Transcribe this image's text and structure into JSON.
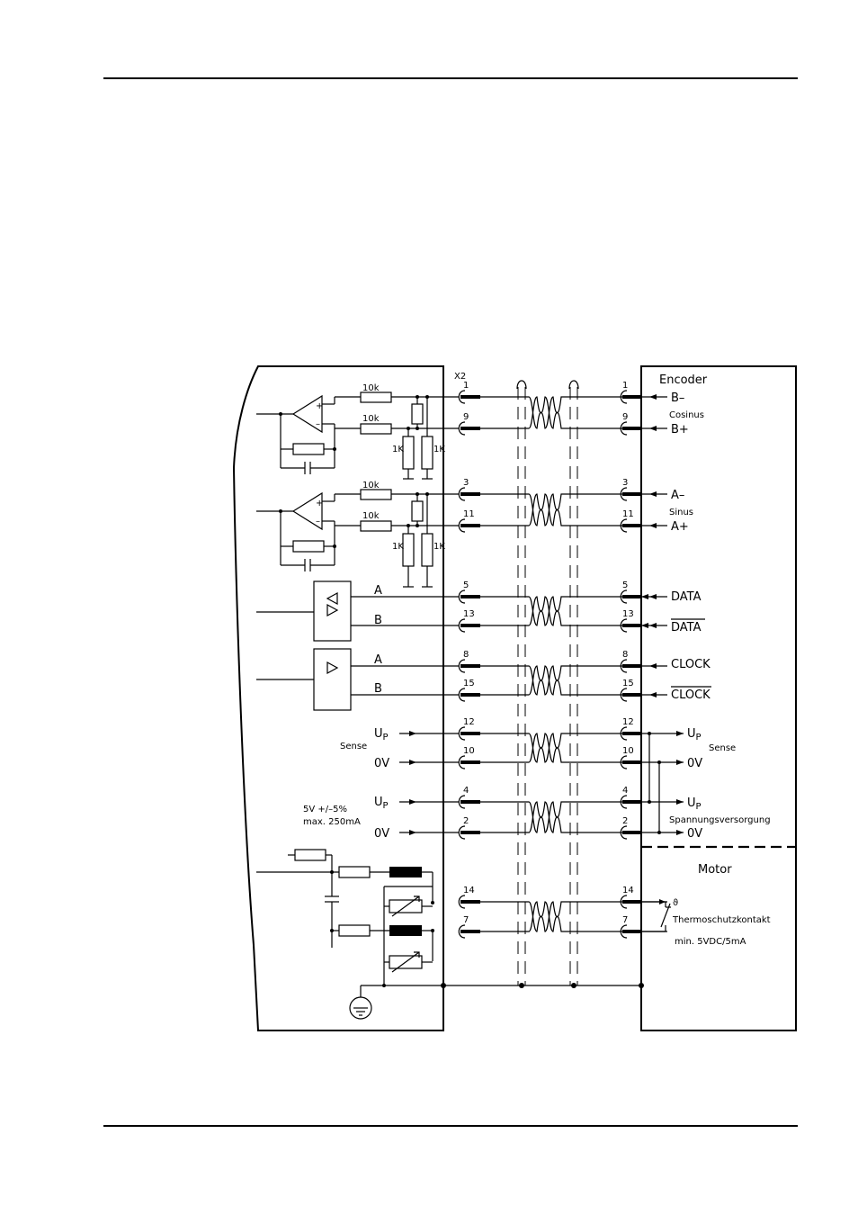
{
  "connector": "X2",
  "encoder_title": "Encoder",
  "motor_title": "Motor",
  "resistors": {
    "r10k": "10k",
    "r1k": "1K"
  },
  "left_labels": {
    "sense": "Sense",
    "supply_line1": "5V +/–5%",
    "supply_line2": "max. 250mA",
    "up": "U",
    "up_sub": "P",
    "zero_v": "0V",
    "a": "A",
    "b": "B"
  },
  "pins_left": [
    "1",
    "9",
    "3",
    "11",
    "5",
    "13",
    "8",
    "15",
    "12",
    "10",
    "4",
    "2",
    "14",
    "7"
  ],
  "pins_right": [
    "1",
    "9",
    "3",
    "11",
    "5",
    "13",
    "8",
    "15",
    "12",
    "10",
    "4",
    "2",
    "14",
    "7"
  ],
  "encoder_signals": {
    "b_minus": "B–",
    "cosinus": "Cosinus",
    "b_plus": "B+",
    "a_minus": "A–",
    "sinus": "Sinus",
    "a_plus": "A+",
    "data": "DATA",
    "data_n": "DATA",
    "clock": "CLOCK",
    "clock_n": "CLOCK",
    "up": "U",
    "up_sub": "P",
    "sense": "Sense",
    "zero_v": "0V",
    "supply": "Spannungsversorgung",
    "thermo": "Thermoschutzkontakt",
    "thermo_rating": "min. 5VDC/5mA",
    "theta": "ϑ"
  }
}
